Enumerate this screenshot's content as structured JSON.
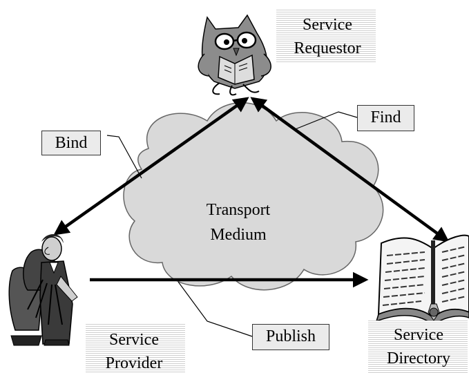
{
  "labels": {
    "requestor_line1": "Service",
    "requestor_line2": "Requestor",
    "provider_line1": "Service",
    "provider_line2": "Provider",
    "directory_line1": "Service",
    "directory_line2": "Directory",
    "medium_line1": "Transport",
    "medium_line2": "Medium",
    "bind": "Bind",
    "find": "Find",
    "publish": "Publish"
  },
  "icons": {
    "requestor": "owl-reading-book-icon",
    "provider": "butler-with-coats-icon",
    "directory": "open-book-icon",
    "medium": "cloud-icon"
  },
  "colors": {
    "cloud_fill": "#d9d9d9",
    "box_fill": "#ebebeb",
    "arrow": "#000000"
  }
}
